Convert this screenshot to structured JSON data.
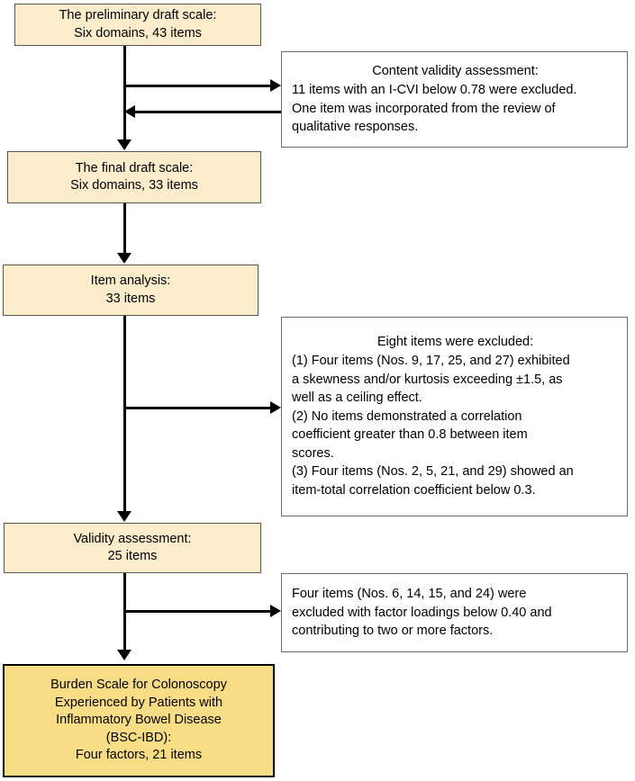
{
  "colors": {
    "stage_fill": "#fbedcc",
    "final_fill": "#f9dd86",
    "note_fill": "#ffffff",
    "line": "#000000",
    "stage_border": "#595651",
    "note_border": "#6b6b6b"
  },
  "nodes": {
    "preliminary_draft": {
      "line1": "The preliminary draft scale:",
      "line2": "Six domains, 43 items"
    },
    "content_validity_note": {
      "heading": "Content validity assessment:",
      "line1": "11 items with an I-CVI below 0.78 were excluded.",
      "line2": "One item was incorporated from the review of",
      "line3": "qualitative responses."
    },
    "final_draft": {
      "line1": "The final draft scale:",
      "line2": "Six domains, 33 items"
    },
    "item_analysis": {
      "line1": "Item analysis:",
      "line2": "33 items"
    },
    "item_analysis_note": {
      "heading": "Eight items were excluded:",
      "line1": "(1) Four items (Nos. 9, 17, 25, and 27) exhibited",
      "line2": "a skewness and/or kurtosis exceeding ±1.5, as",
      "line3": "well as a ceiling effect.",
      "line4": "(2) No items demonstrated a correlation",
      "line5": "coefficient greater than 0.8 between item",
      "line6": "scores.",
      "line7": "(3) Four items (Nos. 2, 5, 21, and 29) showed an",
      "line8": "item-total correlation coefficient below 0.3."
    },
    "validity_assessment": {
      "line1": "Validity assessment:",
      "line2": "25 items"
    },
    "validity_note": {
      "line1": "Four items (Nos. 6, 14, 15, and 24) were",
      "line2": "excluded with factor loadings below 0.40 and",
      "line3": "contributing to two or more factors."
    },
    "final_scale": {
      "line1": "Burden Scale for Colonoscopy",
      "line2": "Experienced by Patients with",
      "line3": "Inflammatory Bowel Disease",
      "line4": "(BSC-IBD):",
      "line5": "Four factors, 21 items"
    }
  }
}
